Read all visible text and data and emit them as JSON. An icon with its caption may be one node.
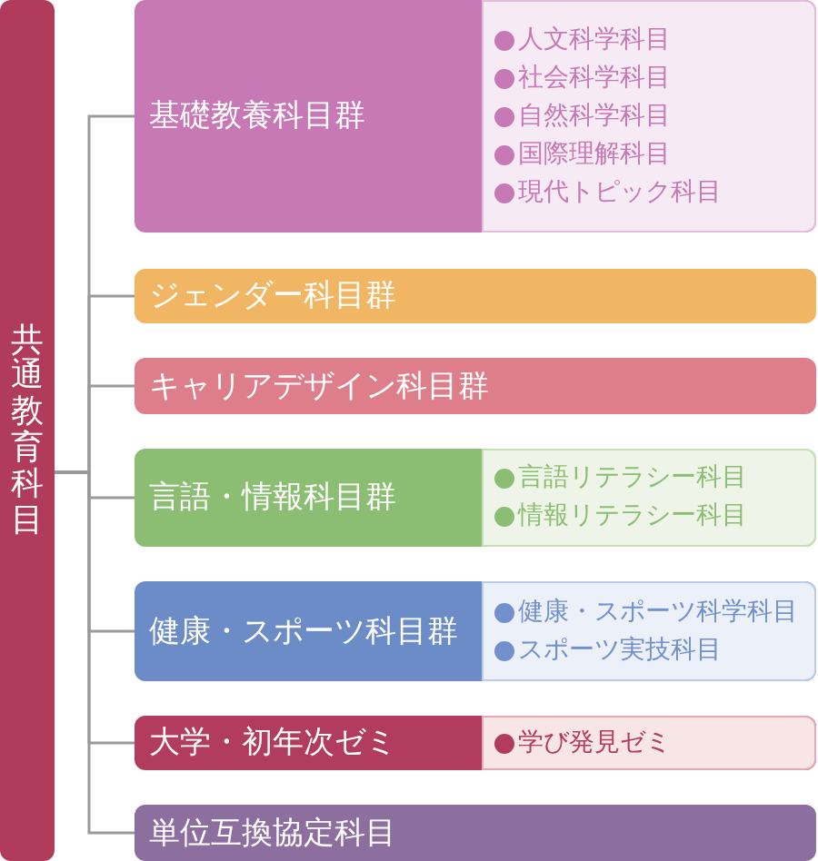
{
  "diagram": {
    "nodes": [
      {
        "text": [
          "共通教育科目"
        ]
      },
      {
        "text": [
          "基礎教養科目群"
        ]
      },
      {
        "text": [
          "人文科学科目",
          "社会科学科目",
          "自然科学科目",
          "国際理解科目",
          "現代トピック科目"
        ],
        "in": 1
      },
      {
        "text": [
          "ジェンダー科目群"
        ]
      },
      {
        "text": [
          "キャリアデザイン科目群"
        ]
      },
      {
        "text": [
          "言語・情報科目群"
        ]
      },
      {
        "text": [
          "言語リテラシー科目",
          "情報リテラシー科目"
        ],
        "in": 5
      },
      {
        "text": [
          "健康・スポーツ科目群"
        ]
      },
      {
        "text": [
          "健康・スポーツ科学科目",
          "スポーツ実技科目"
        ],
        "in": 7
      },
      {
        "text": [
          "大学・初年次ゼミ"
        ]
      },
      {
        "text": [
          "学び発見ゼミ"
        ],
        "in": 9
      },
      {
        "text": [
          "単位互換協定科目"
        ]
      }
    ],
    "edges": [
      {
        "from": 0,
        "to": 1,
        "arrow": "none"
      },
      {
        "from": 0,
        "to": 3,
        "arrow": "none"
      },
      {
        "from": 0,
        "to": 4,
        "arrow": "none"
      },
      {
        "from": 0,
        "to": 5,
        "arrow": "none"
      },
      {
        "from": 0,
        "to": 7,
        "arrow": "none"
      },
      {
        "from": 0,
        "to": 9,
        "arrow": "none"
      },
      {
        "from": 0,
        "to": 11,
        "arrow": "none"
      }
    ]
  }
}
